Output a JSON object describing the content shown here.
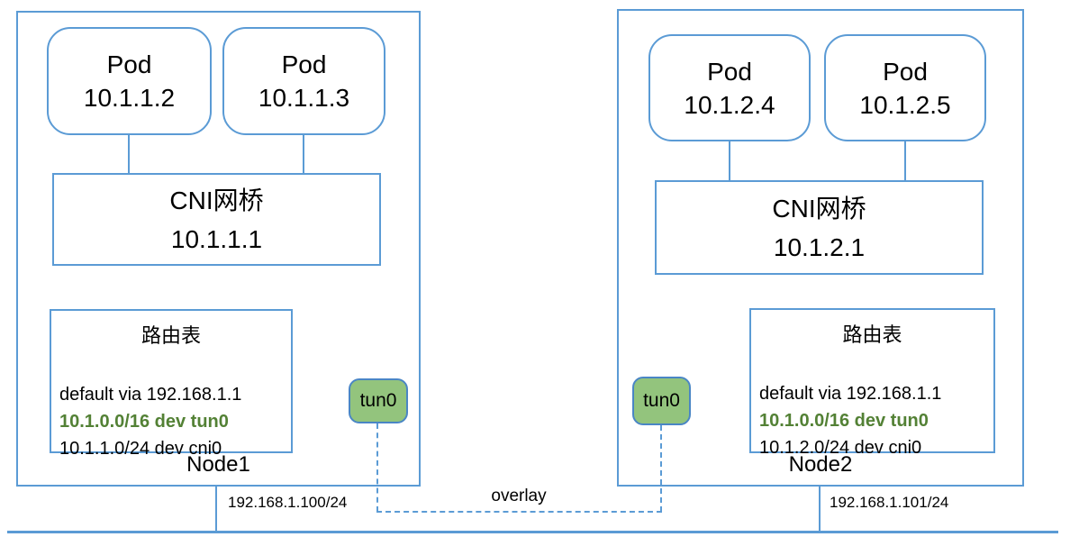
{
  "colors": {
    "line_blue": "#5b9bd5",
    "tunnel_fill_green": "#93c47d",
    "tunnel_border_blue": "#4a86c5",
    "route_highlight_green": "#538135"
  },
  "overlay_label": "overlay",
  "node1": {
    "label": "Node1",
    "pod1": {
      "title": "Pod",
      "ip": "10.1.1.2"
    },
    "pod2": {
      "title": "Pod",
      "ip": "10.1.1.3"
    },
    "bridge": {
      "title": "CNI网桥",
      "ip": "10.1.1.1"
    },
    "route_table": {
      "title": "路由表",
      "route1": "default via 192.168.1.1",
      "route2": "10.1.0.0/16 dev tun0",
      "route3": "10.1.1.0/24 dev cni0"
    },
    "tunnel_label": "tun0",
    "host_ip": "192.168.1.100/24"
  },
  "node2": {
    "label": "Node2",
    "pod1": {
      "title": "Pod",
      "ip": "10.1.2.4"
    },
    "pod2": {
      "title": "Pod",
      "ip": "10.1.2.5"
    },
    "bridge": {
      "title": "CNI网桥",
      "ip": "10.1.2.1"
    },
    "route_table": {
      "title": "路由表",
      "route1": "default via 192.168.1.1",
      "route2": "10.1.0.0/16 dev tun0",
      "route3": "10.1.2.0/24 dev cni0"
    },
    "tunnel_label": "tun0",
    "host_ip": "192.168.1.101/24"
  }
}
